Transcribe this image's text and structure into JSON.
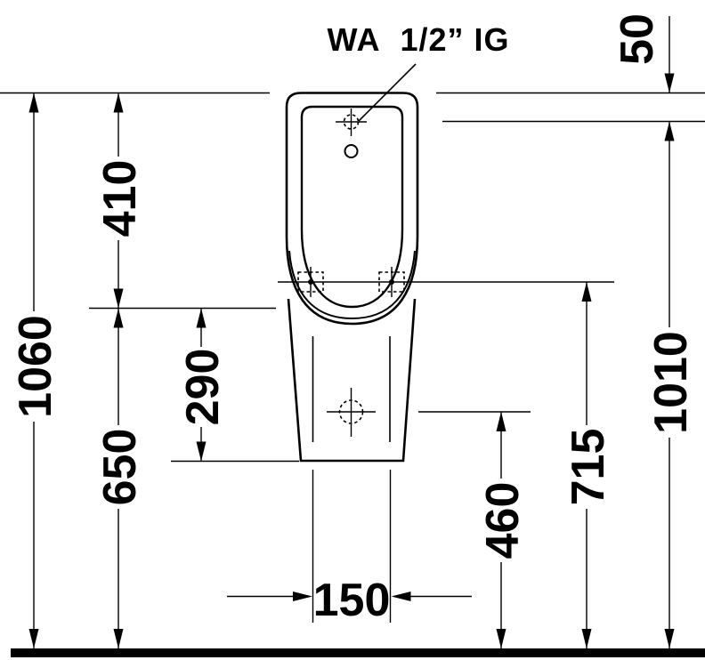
{
  "drawing": {
    "connection": {
      "label": "WA  1/2” IG"
    },
    "dimensions": {
      "top_to_connection": "50",
      "top_to_rim": "410",
      "overall_height": "1060",
      "rim_to_base": "290",
      "rim_height": "650",
      "outlet_width": "150",
      "outlet_height": "460",
      "fixing_height": "715",
      "connection_height": "1010"
    },
    "colors": {
      "line": "#000000",
      "background": "#ffffff"
    }
  }
}
